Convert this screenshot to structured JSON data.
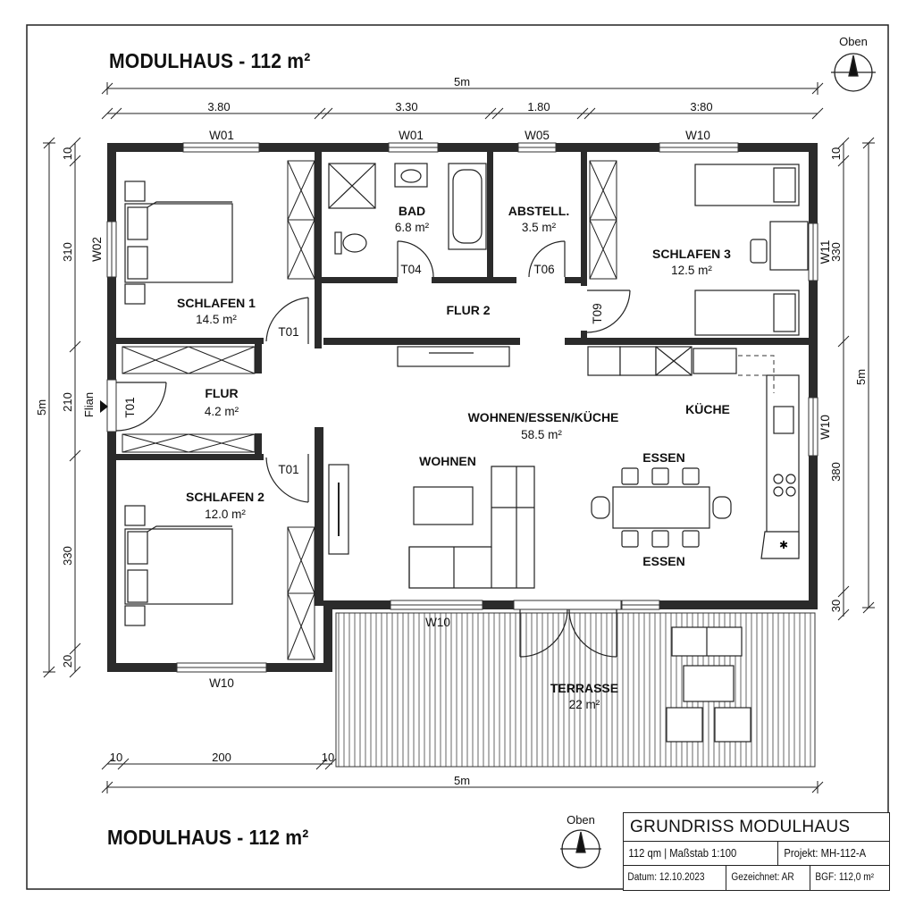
{
  "header": {
    "title": "MODULHAUS - 112 m²"
  },
  "footer": {
    "title": "MODULHAUS - 112 m²"
  },
  "north": {
    "label_top": "Oben",
    "label_bottom": "Oben"
  },
  "dimensions": {
    "top_total": "5m",
    "top_segments": [
      "3.80",
      "3.30",
      "1.80",
      "3:80"
    ],
    "bottom_total": "5m",
    "bottom_segments": [
      "10",
      "200",
      "10"
    ],
    "left_total": "5m",
    "left_segments": [
      "10",
      "310",
      "210",
      "330",
      "20"
    ],
    "right_total": "5m",
    "right_segments": [
      "10",
      "330",
      "380",
      "30"
    ]
  },
  "rooms": {
    "schlafen1": {
      "name": "SCHLAFEN 1",
      "area": "14.5 m²"
    },
    "schlafen2": {
      "name": "SCHLAFEN 2",
      "area": "12.0 m²"
    },
    "schlafen3": {
      "name": "SCHLAFEN 3",
      "area": "12.5 m²"
    },
    "bad": {
      "name": "BAD",
      "area": "6.8 m²"
    },
    "abstell": {
      "name": "ABSTELL.",
      "area": "3.5 m²"
    },
    "flur": {
      "name": "FLUR",
      "area": "4.2 m²"
    },
    "flur2": {
      "name": "FLUR 2"
    },
    "wek": {
      "name": "WOHNEN/ESSEN/KÜCHE",
      "area": "58.5 m²"
    },
    "wohnen": {
      "name": "WOHNEN"
    },
    "essen_top": {
      "name": "ESSEN"
    },
    "essen_bottom": {
      "name": "ESSEN"
    },
    "kueche": {
      "name": "KÜCHE"
    },
    "terrasse": {
      "name": "TERRASSE",
      "area": "22 m²"
    }
  },
  "windows": {
    "top1": "W01",
    "top2": "W01",
    "top3": "W05",
    "top4": "W10",
    "left": "W02",
    "right_upper": "W11",
    "right_lower": "W10",
    "bottom_living": "W10",
    "bottom_bed2": "W10"
  },
  "doors": {
    "schlafen1": "T01",
    "schlafen2": "T01",
    "entrance": "T01",
    "bad": "T04",
    "abstell": "T06",
    "schlafen3": "T09"
  },
  "entrance_label": "Flian",
  "title_block": {
    "title": "GRUNDRISS MODULHAUS",
    "scale": "112 qm | Maßstab 1:100",
    "project": "Projekt: MH-112-A",
    "date": "Datum: 12.10.2023",
    "drawn": "Gezeichnet: AR",
    "bgf": "BGF: 112,0 m²"
  }
}
